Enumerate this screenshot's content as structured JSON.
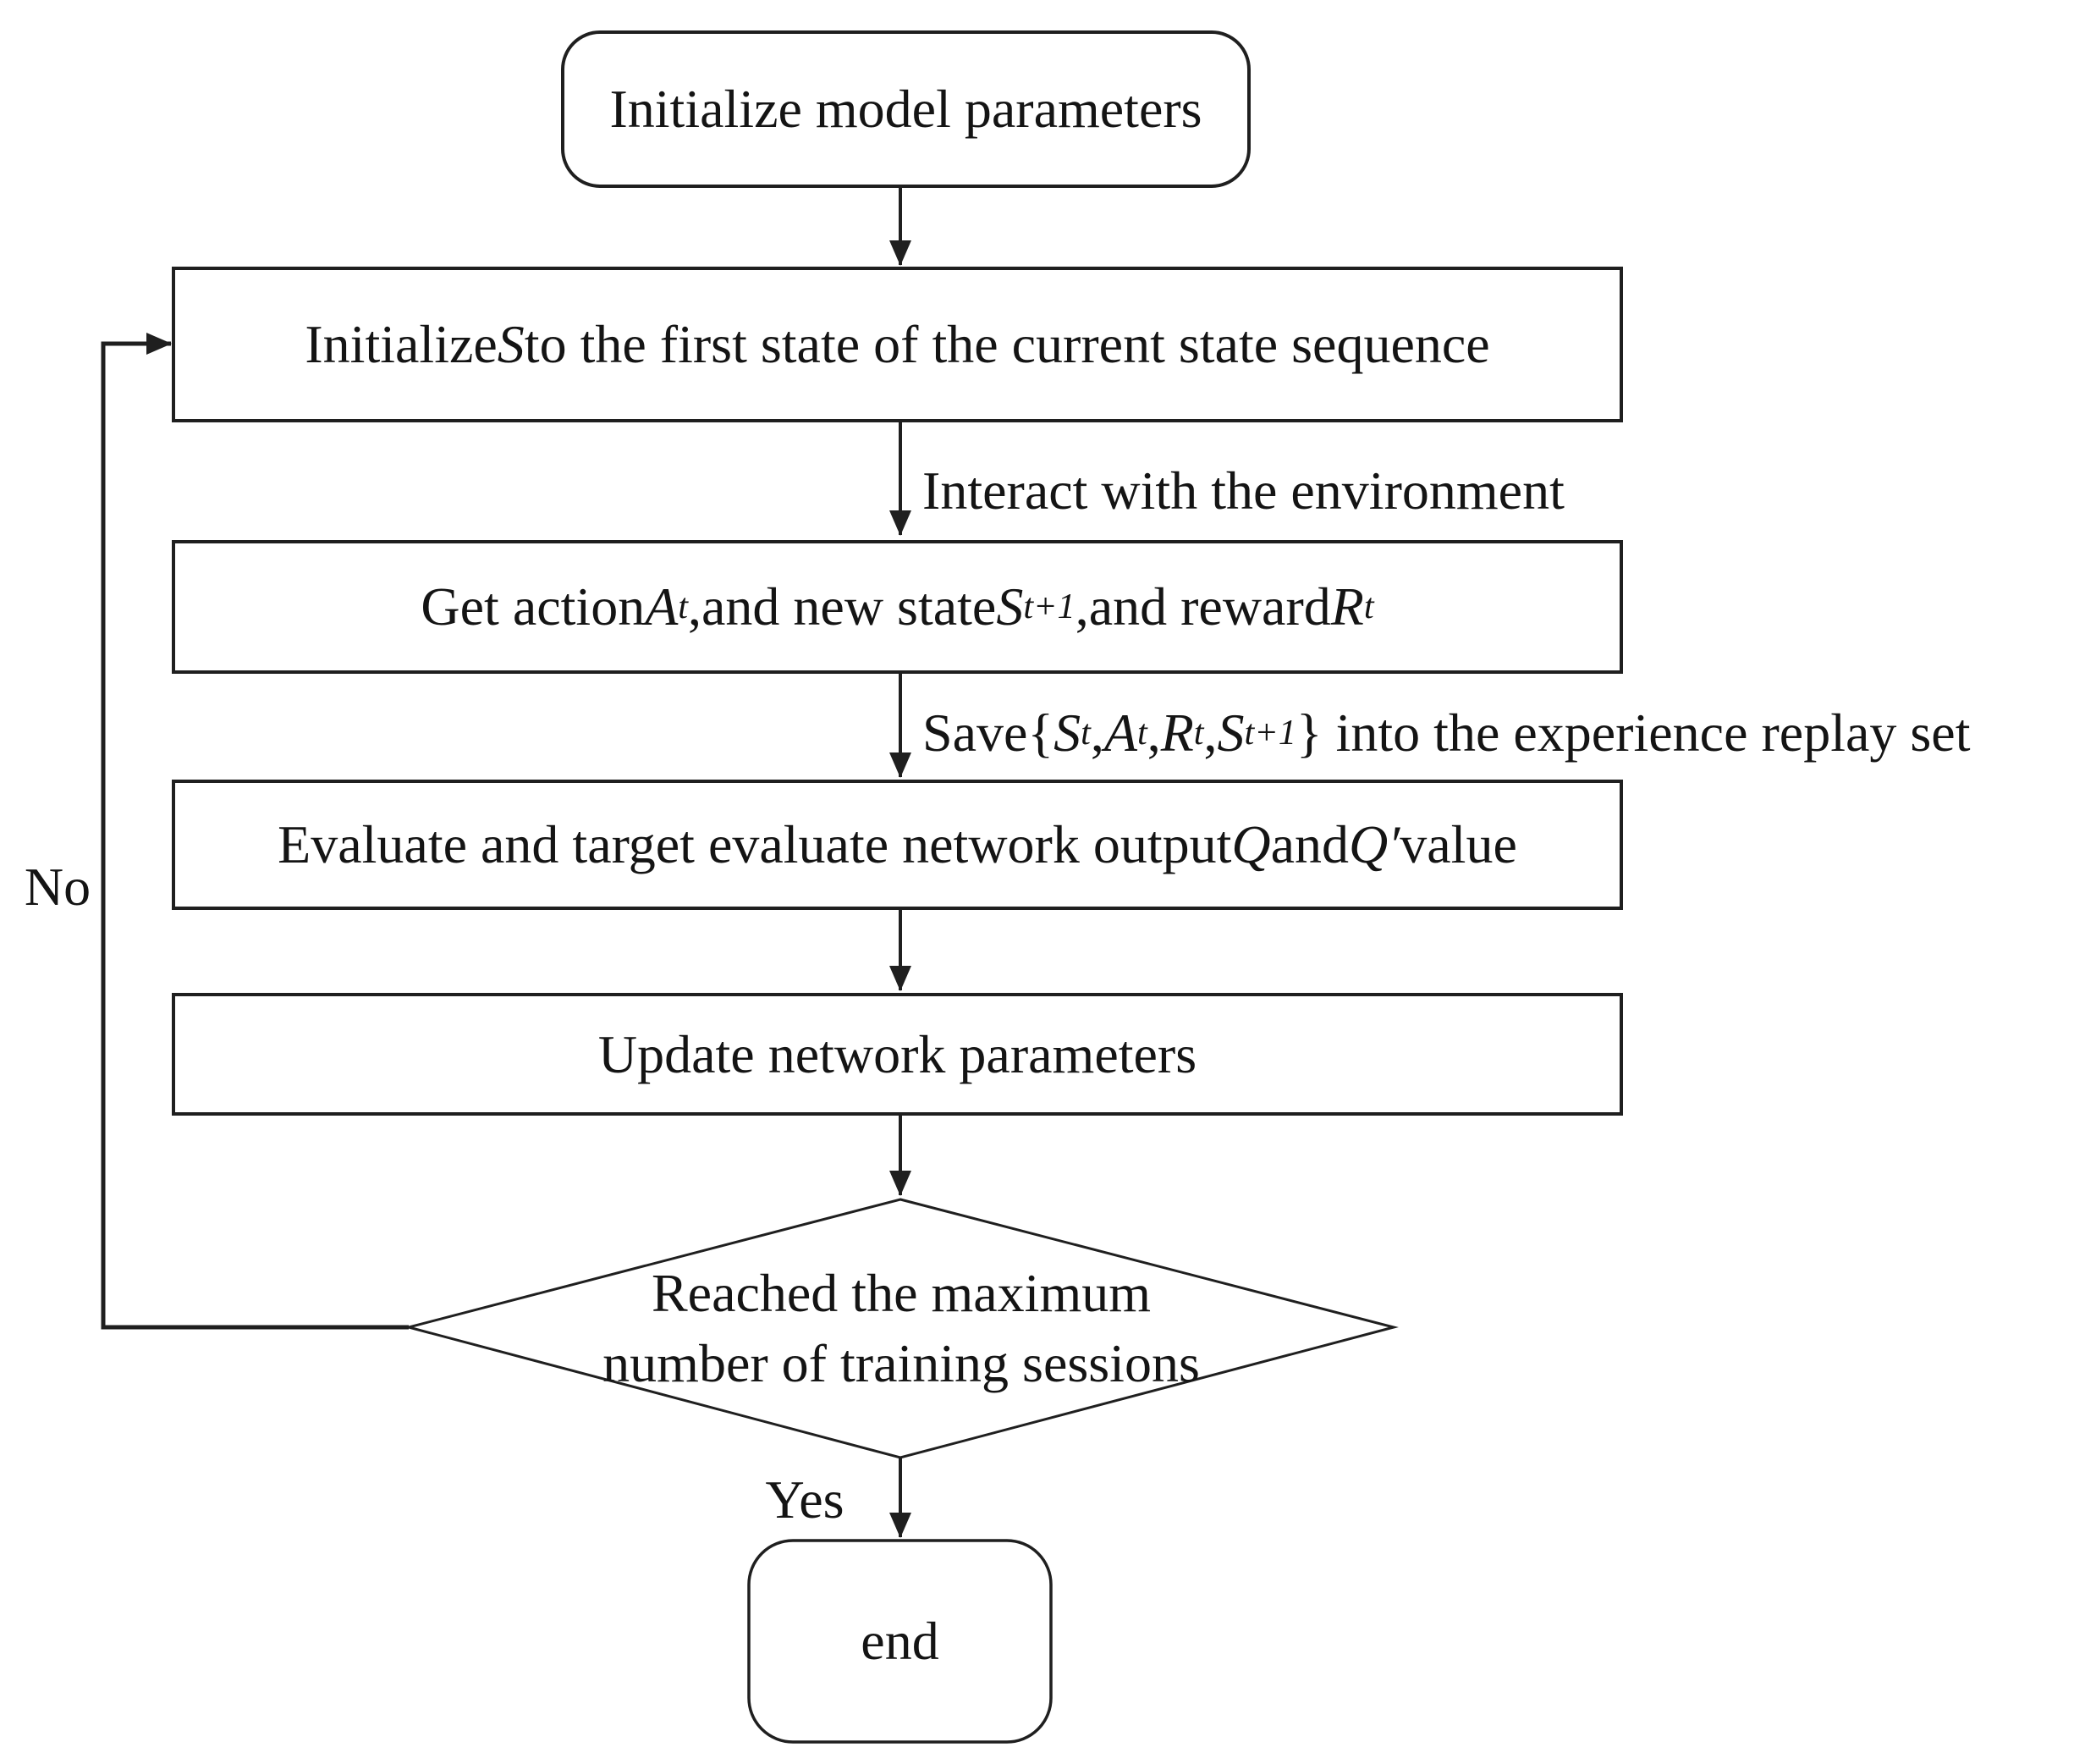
{
  "page": {
    "background": "#ffffff",
    "ink": "#1f1f1f"
  },
  "flowchart": {
    "nodes": {
      "start": {
        "type": "rounded",
        "label": "Initialize model parameters"
      },
      "init_state": {
        "type": "process",
        "rich": [
          {
            "t": "Initialize "
          },
          {
            "t": "S",
            "i": true
          },
          {
            "t": " to the first state of the current state sequence"
          }
        ]
      },
      "get_action": {
        "type": "process",
        "rich": [
          {
            "t": "Get action"
          },
          {
            "t": "A",
            "i": true
          },
          {
            "t": "t",
            "i": true,
            "sb": true
          },
          {
            "t": ",and new state"
          },
          {
            "t": "S",
            "i": true
          },
          {
            "t": "t+1",
            "i": true,
            "sb": true
          },
          {
            "t": ",and reward "
          },
          {
            "t": "R",
            "i": true
          },
          {
            "t": "t",
            "i": true,
            "sb": true
          }
        ]
      },
      "evaluate": {
        "type": "process",
        "rich": [
          {
            "t": "Evaluate and target evaluate network output "
          },
          {
            "t": "Q",
            "i": true
          },
          {
            "t": " and "
          },
          {
            "t": "Q",
            "i": true
          },
          {
            "t": "′",
            "i": true
          },
          {
            "t": " value"
          }
        ]
      },
      "update": {
        "type": "process",
        "label": "Update network parameters"
      },
      "decision": {
        "type": "decision",
        "line1": "Reached the maximum",
        "line2": "number of training sessions"
      },
      "end": {
        "type": "rounded",
        "label": "end"
      }
    },
    "edges": {
      "interact": {
        "label": "Interact with the environment"
      },
      "save": {
        "rich": [
          {
            "t": "Save{"
          },
          {
            "t": "S",
            "i": true
          },
          {
            "t": "t",
            "i": true,
            "sb": true
          },
          {
            "t": ", "
          },
          {
            "t": "A",
            "i": true
          },
          {
            "t": "t",
            "i": true,
            "sb": true
          },
          {
            "t": ", "
          },
          {
            "t": "R",
            "i": true
          },
          {
            "t": "t",
            "i": true,
            "sb": true
          },
          {
            "t": ", "
          },
          {
            "t": "S",
            "i": true
          },
          {
            "t": "t+1",
            "i": true,
            "sb": true
          },
          {
            "t": "} into the experience replay set"
          }
        ]
      },
      "yes": {
        "label": "Yes"
      },
      "no": {
        "label": "No"
      }
    }
  }
}
